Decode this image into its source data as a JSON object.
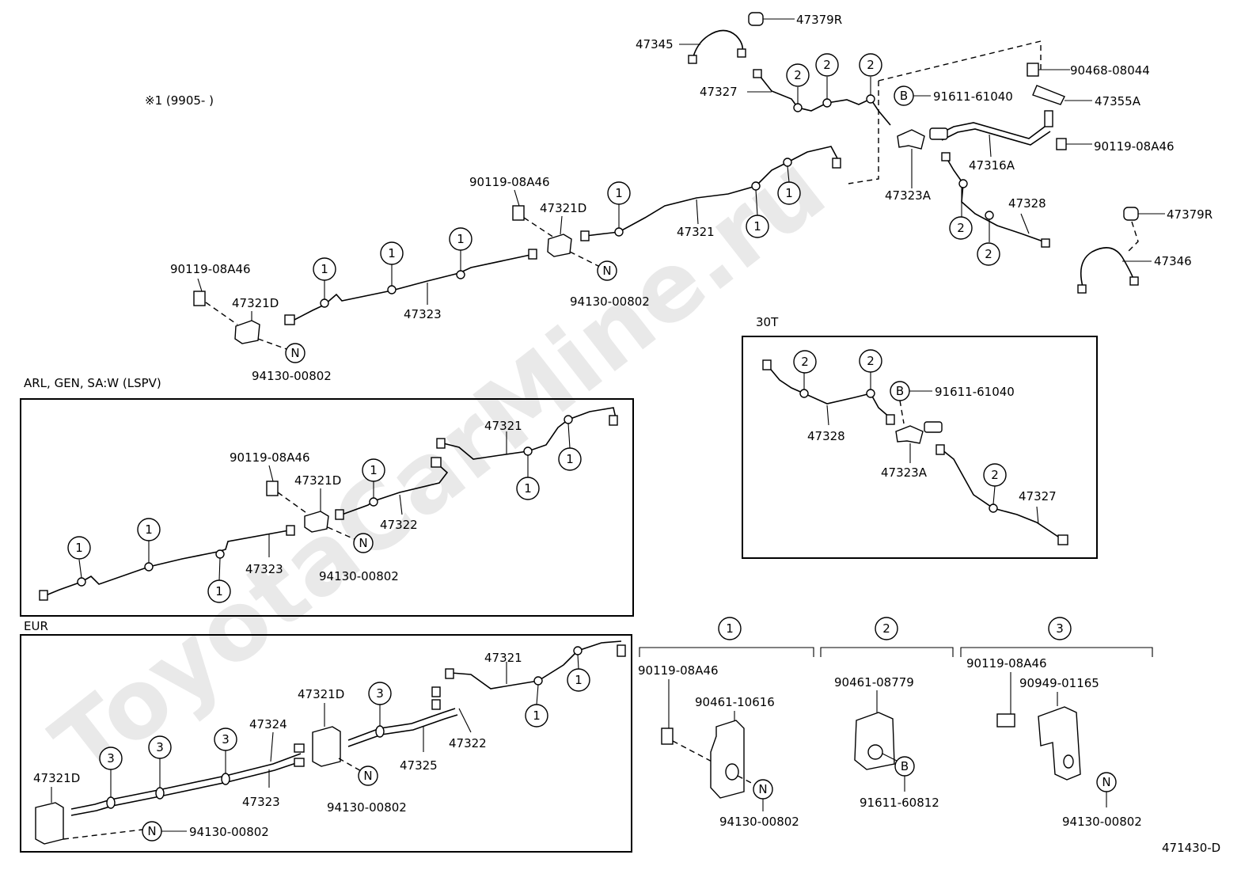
{
  "watermark": "ToyotaCarMine.ru",
  "footer_code": "471430-D",
  "note": "※1 (9905-        )",
  "sections": {
    "lspv": "ARL, GEN, SA:W (LSPV)",
    "eur": "EUR",
    "t30": "30T"
  },
  "clamp_headers": [
    "1",
    "2",
    "3"
  ],
  "parts": {
    "p47379R": "47379R",
    "p47345": "47345",
    "p47327": "47327",
    "p90468": "90468-08044",
    "p91611_61040": "91611-61040",
    "p47355A": "47355A",
    "p90119": "90119-08A46",
    "p47316A": "47316A",
    "p47323A": "47323A",
    "p47328": "47328",
    "p47346": "47346",
    "p47321": "47321",
    "p47321D": "47321D",
    "p47323": "47323",
    "p94130": "94130-00802",
    "p47322": "47322",
    "p47324": "47324",
    "p47325": "47325",
    "p90461_10616": "90461-10616",
    "p90461_08779": "90461-08779",
    "p91611_60812": "91611-60812",
    "p90949": "90949-01165"
  },
  "markers": {
    "one": "1",
    "two": "2",
    "three": "3",
    "B": "B",
    "N": "N"
  }
}
